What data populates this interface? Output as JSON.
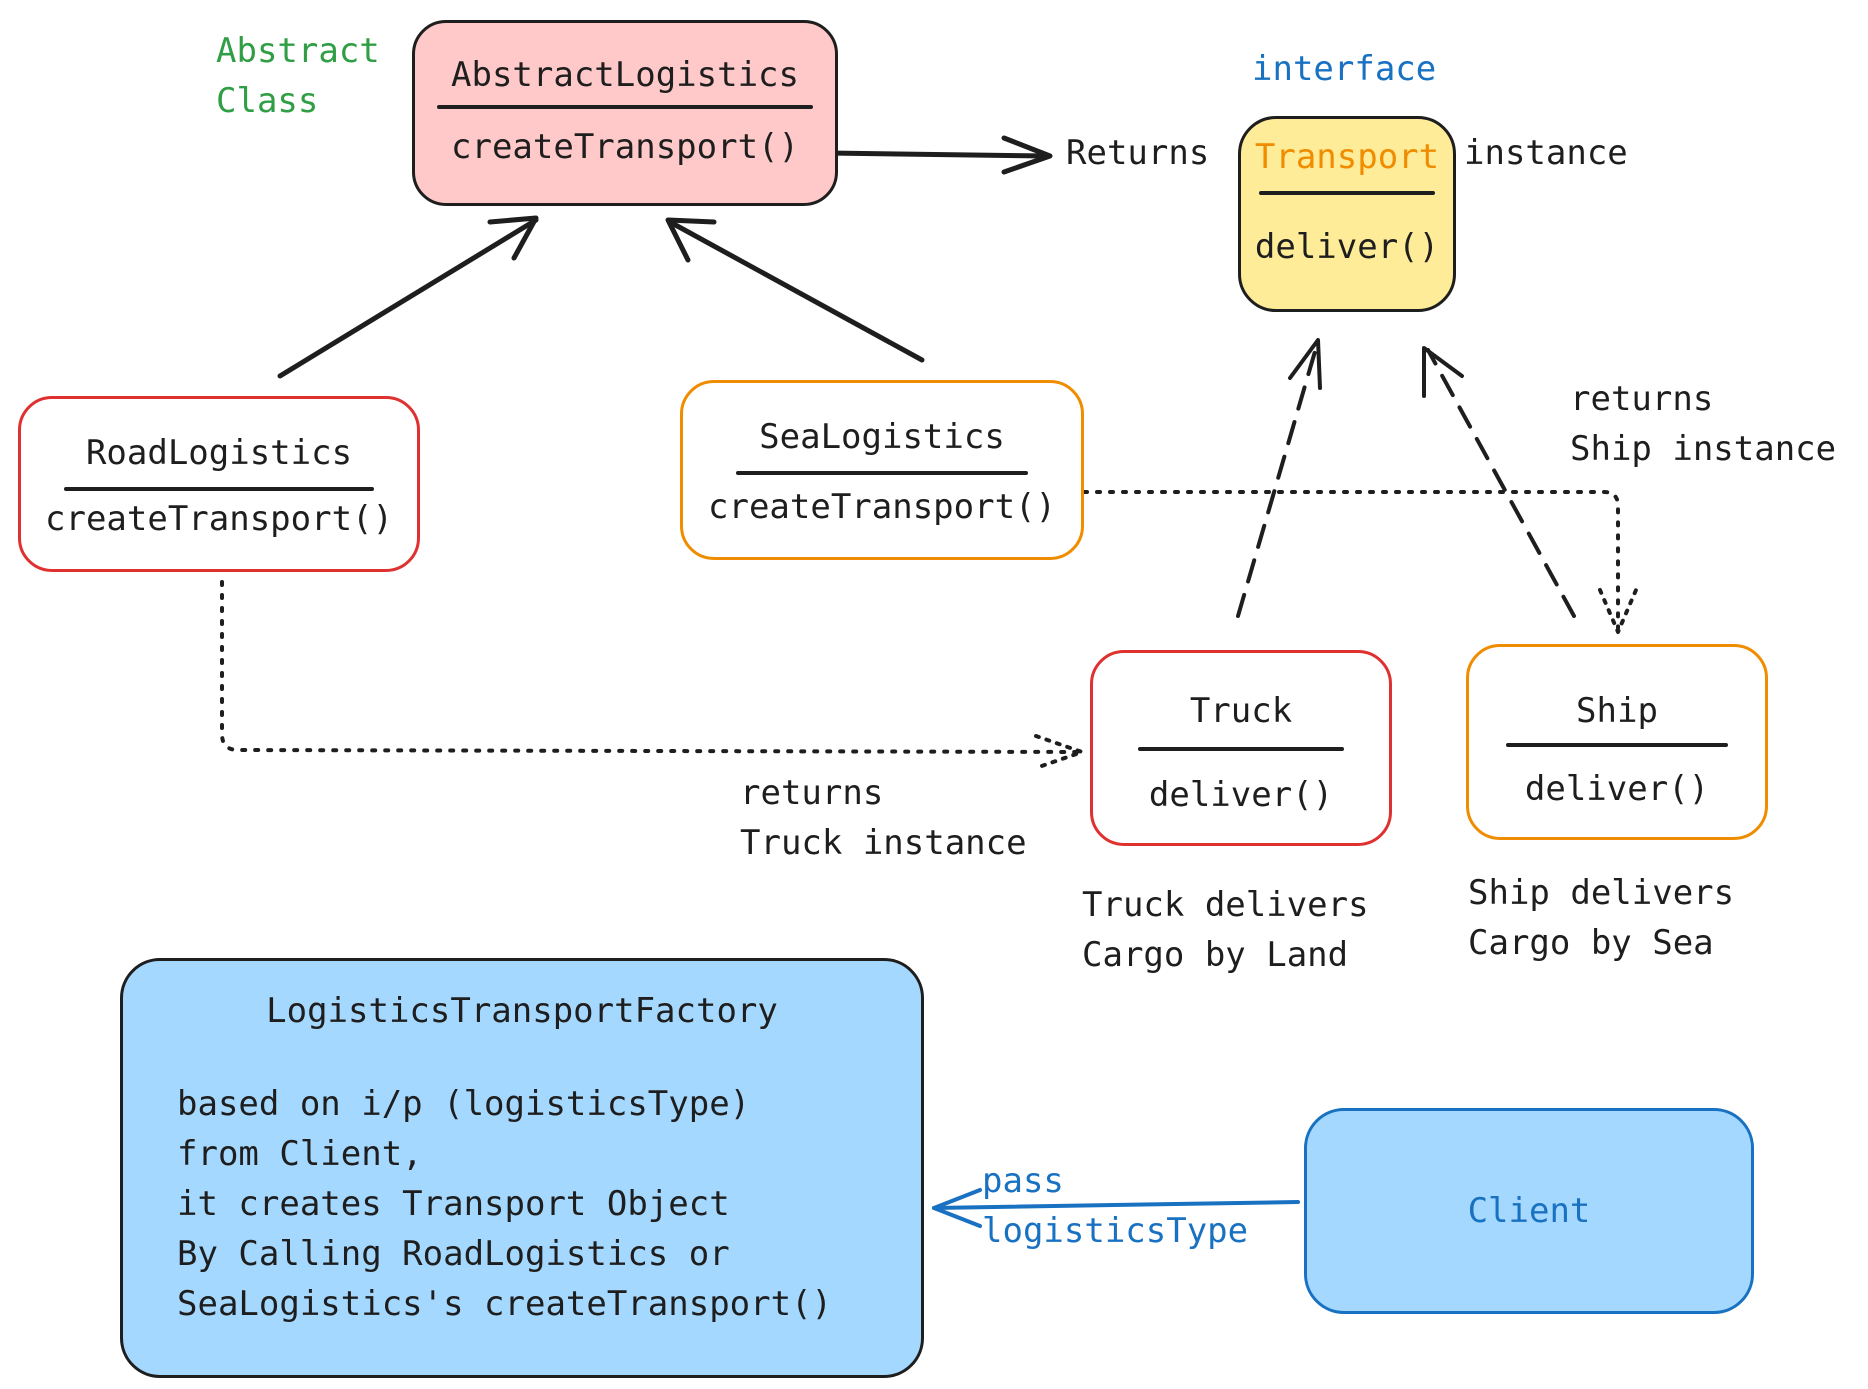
{
  "labels": {
    "abstract_class": "Abstract\nClass",
    "interface": "interface",
    "returns": "Returns",
    "instance": "instance",
    "returns_ship": "returns\nShip instance",
    "returns_truck": "returns\nTruck instance",
    "truck_delivers": "Truck delivers\nCargo by Land",
    "ship_delivers": "Ship delivers\nCargo by Sea",
    "pass_type": "pass\nlogisticsType"
  },
  "boxes": {
    "abstract_logistics": {
      "title": "AbstractLogistics",
      "method": "createTransport()"
    },
    "transport": {
      "title": "Transport",
      "method": "deliver()"
    },
    "road_logistics": {
      "title": "RoadLogistics",
      "method": "createTransport()"
    },
    "sea_logistics": {
      "title": "SeaLogistics",
      "method": "createTransport()"
    },
    "truck": {
      "title": "Truck",
      "method": "deliver()"
    },
    "ship": {
      "title": "Ship",
      "method": "deliver()"
    },
    "factory": {
      "title": "LogisticsTransportFactory",
      "body": "based on i/p (logisticsType)\nfrom Client,\nit creates Transport Object\nBy Calling RoadLogistics or\nSeaLogistics's createTransport()"
    },
    "client": {
      "title": "Client"
    }
  },
  "colors": {
    "stroke": "#1e1e1e",
    "red": "#e03131",
    "orange": "#f08c00",
    "blue": "#1971c2",
    "green": "#2f9e44",
    "pink_fill": "#ffc9c9",
    "yellow_fill": "#ffec99",
    "blue_fill": "#a5d8ff"
  }
}
